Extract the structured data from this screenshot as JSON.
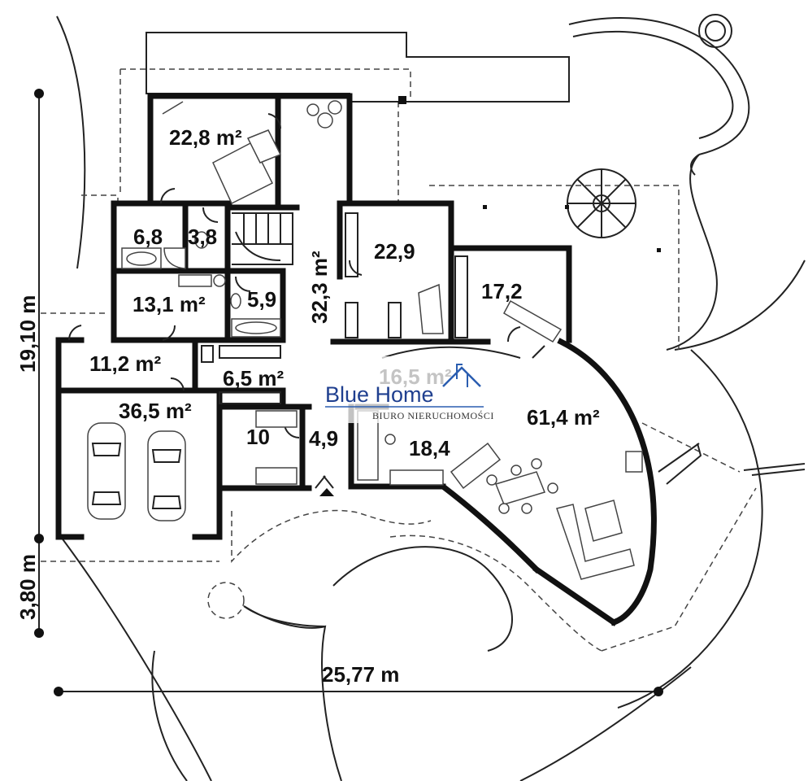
{
  "rooms": [
    {
      "id": "bedroom",
      "label": "22,8 m²"
    },
    {
      "id": "bath_a",
      "label": "6,8"
    },
    {
      "id": "wc",
      "label": "3,8"
    },
    {
      "id": "hall",
      "label": "32,3 m²"
    },
    {
      "id": "room_229",
      "label": "22,9"
    },
    {
      "id": "room_172",
      "label": "17,2"
    },
    {
      "id": "room_131",
      "label": "13,1 m²"
    },
    {
      "id": "bath_b",
      "label": "5,9"
    },
    {
      "id": "entry_112",
      "label": "11,2 m²"
    },
    {
      "id": "closet",
      "label": "6,5 m²"
    },
    {
      "id": "room_165",
      "label": "16,5 m²"
    },
    {
      "id": "garage",
      "label": "36,5 m²"
    },
    {
      "id": "room_10",
      "label": "10"
    },
    {
      "id": "vestibule",
      "label": "4,9"
    },
    {
      "id": "kitchen",
      "label": "18,4"
    },
    {
      "id": "living",
      "label": "61,4 m²"
    }
  ],
  "dimensions": {
    "height_main": "19,10 m",
    "height_terrace": "3,80 m",
    "width_total": "25,77 m"
  },
  "watermark": {
    "brand": "Blue Home",
    "subtitle": "BIURO NIERUCHOMOŚCI"
  }
}
